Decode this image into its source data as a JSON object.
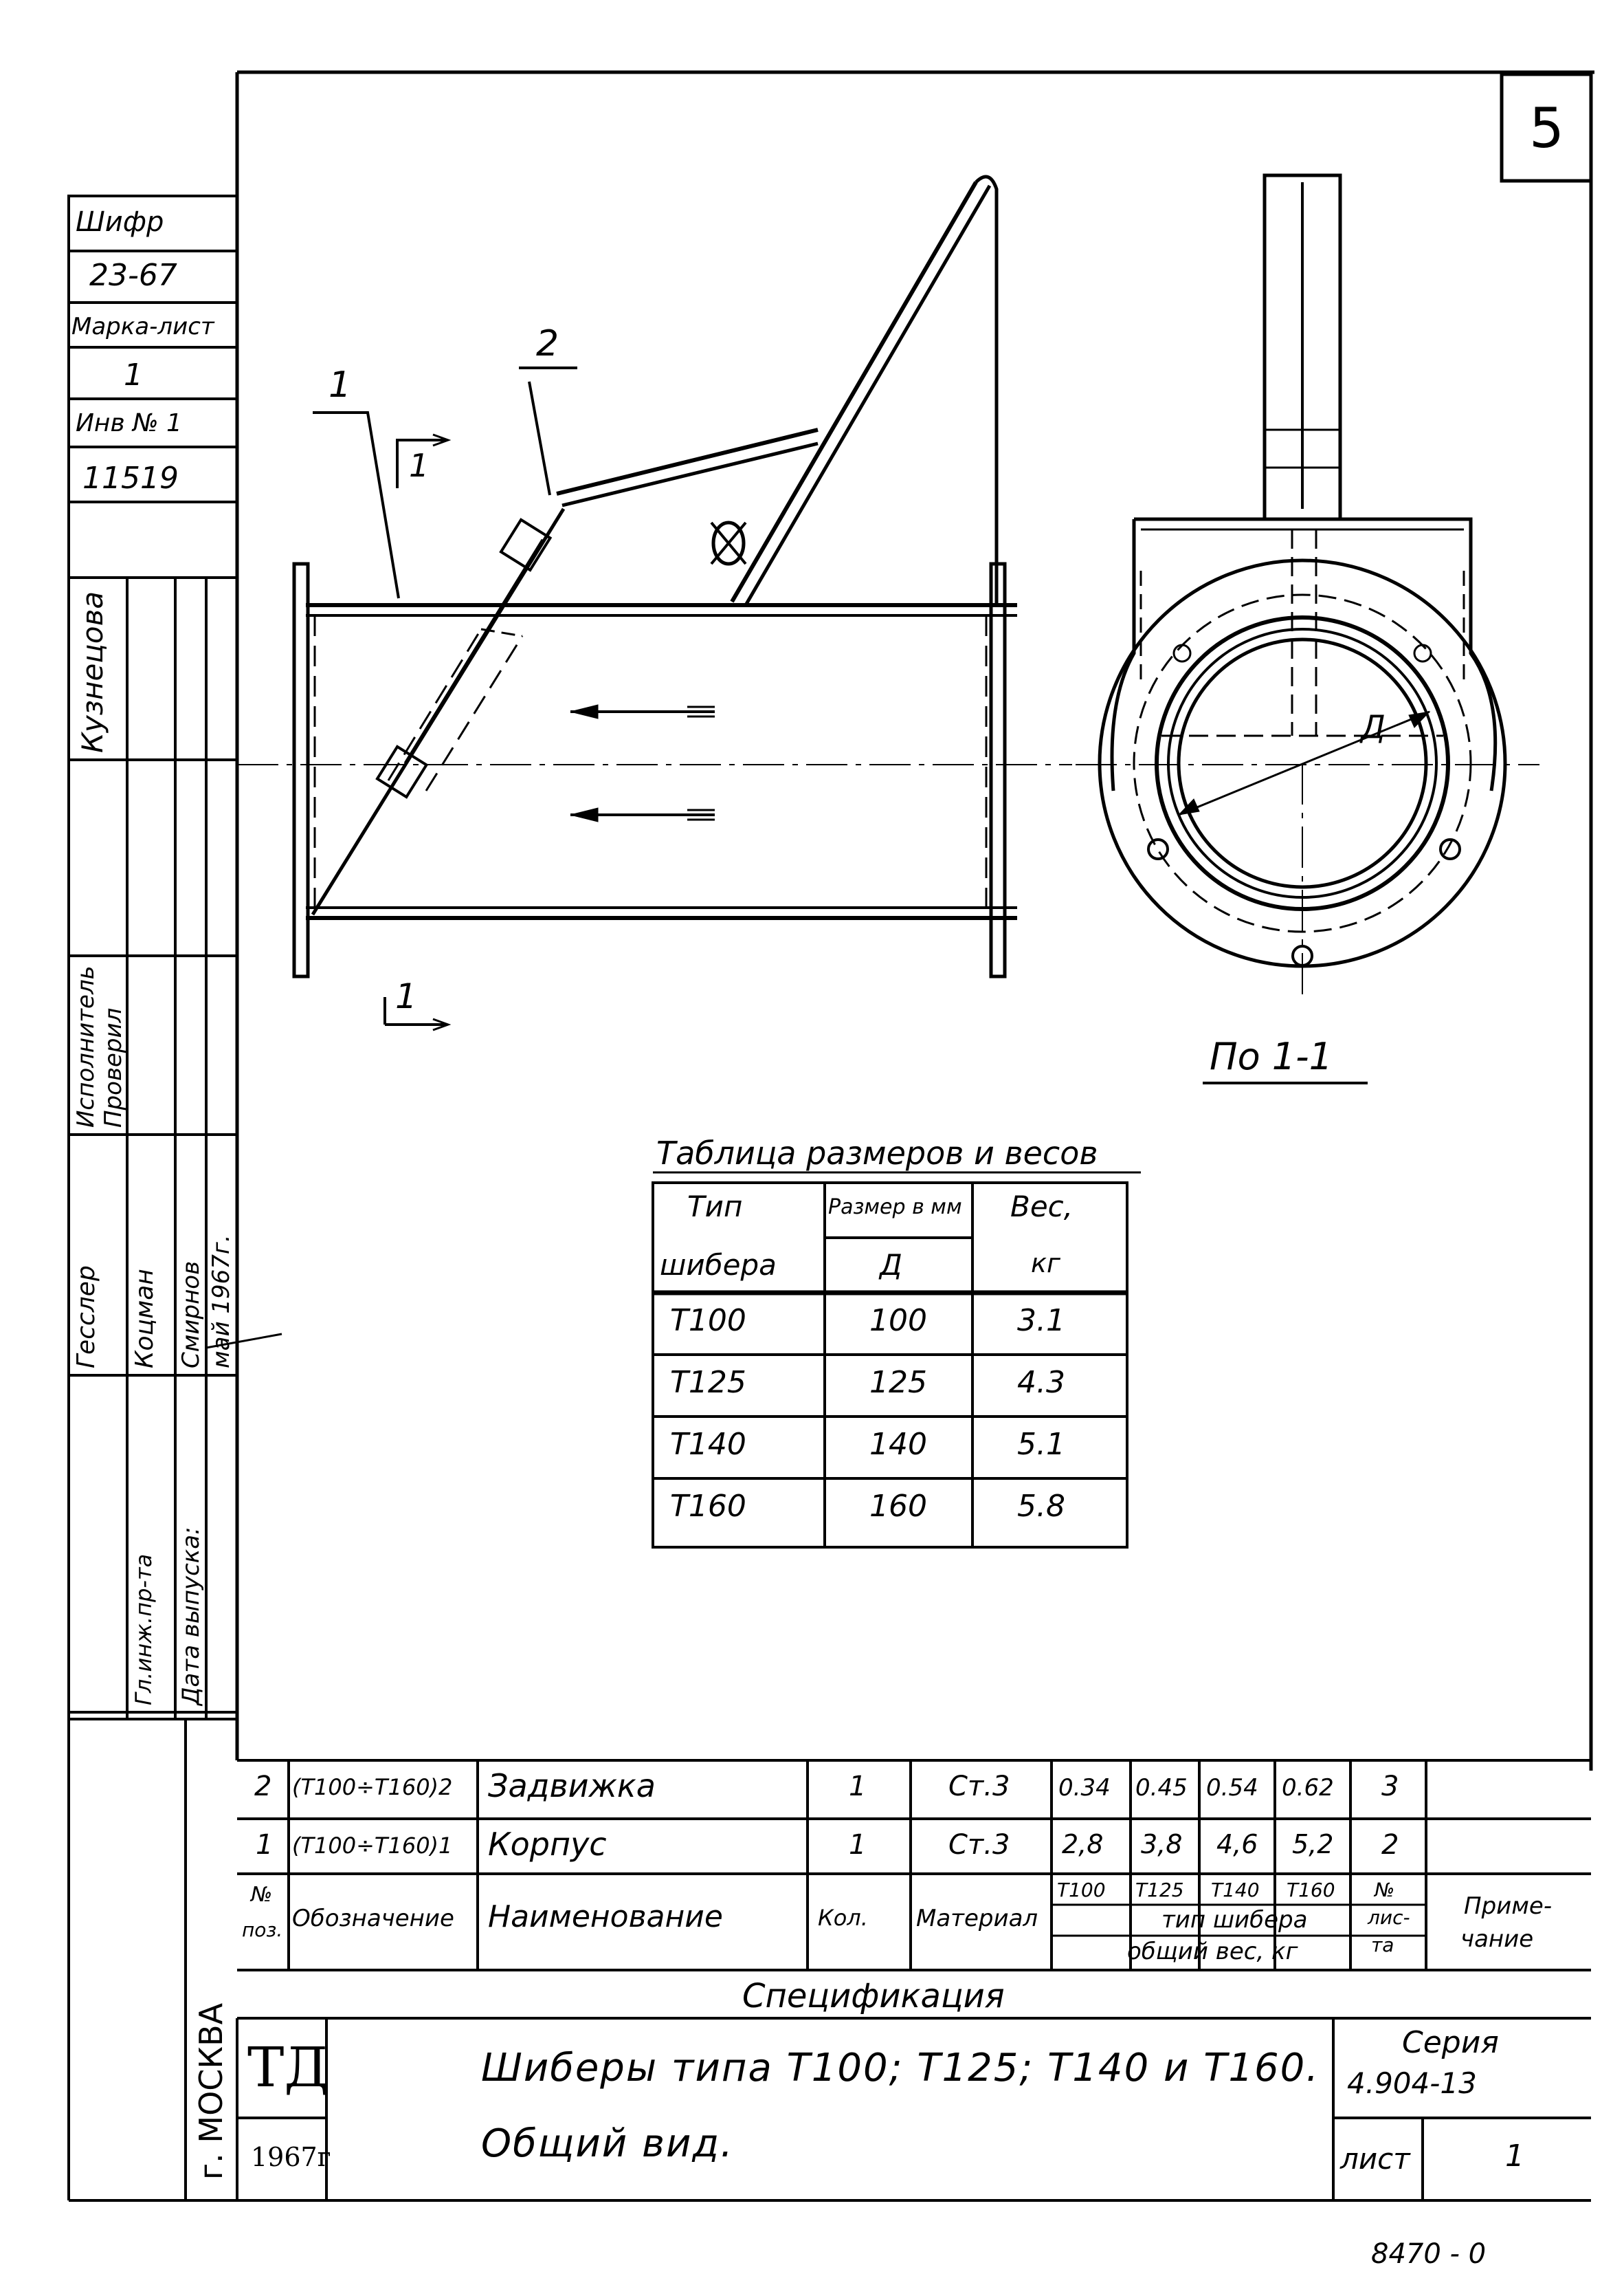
{
  "sheet_number": "5",
  "side_block": {
    "shifr_label": "Шифр",
    "shifr_value": "23-67",
    "marka_label": "Марка-лист",
    "marka_value": "1",
    "inv_label": "Инв № 1",
    "inv_value": "11519",
    "author_name": "Кузнецова",
    "role_ispolnitel": "Исполнитель",
    "role_proveril": "Проверил",
    "name_gessler": "Гесслер",
    "name_kotsman": "Коцман",
    "name_smirnov": "Смирнов",
    "role_glinzh": "Гл.инж.пр-та",
    "role_data": "Дата выпуска:",
    "date_value": "май 1967г.",
    "org_city": "г. МОСКВА"
  },
  "drawing": {
    "callout_1": "1",
    "callout_2": "2",
    "section_mark": "1",
    "section_mark_bottom": "1",
    "section_view_label": "По 1-1",
    "diameter_label": "Д"
  },
  "size_table": {
    "title": "Таблица размеров и весов",
    "header_type": [
      "Тип",
      "шибера"
    ],
    "header_size": [
      "Размер в мм",
      "Д"
    ],
    "header_weight": [
      "Вес,",
      "кг"
    ],
    "rows": [
      {
        "type": "Т100",
        "d": "100",
        "w": "3.1"
      },
      {
        "type": "Т125",
        "d": "125",
        "w": "4.3"
      },
      {
        "type": "Т140",
        "d": "140",
        "w": "5.1"
      },
      {
        "type": "Т160",
        "d": "160",
        "w": "5.8"
      }
    ]
  },
  "spec": {
    "rows": [
      {
        "pos": "2",
        "code": "(Т100÷Т160)2",
        "name": "Задвижка",
        "qty": "1",
        "mat": "Ст.3",
        "w": [
          "0.34",
          "0.45",
          "0.54",
          "0.62"
        ],
        "sheet": "3",
        "note": ""
      },
      {
        "pos": "1",
        "code": "(Т100÷Т160)1",
        "name": "Корпус",
        "qty": "1",
        "mat": "Ст.3",
        "w": [
          "2,8",
          "3,8",
          "4,6",
          "5,2"
        ],
        "sheet": "2",
        "note": ""
      }
    ],
    "header": {
      "pos": [
        "№",
        "поз."
      ],
      "code": "Обозначение",
      "name": "Наименование",
      "qty": "Кол.",
      "mat": "Материал",
      "types": [
        "Т100",
        "Т125",
        "Т140",
        "Т160"
      ],
      "type_caption": "тип шибера",
      "weight_caption": "общий вес, кг",
      "sheet": [
        "№",
        "лис-",
        "та"
      ],
      "note": [
        "Приме-",
        "чание"
      ]
    },
    "title": "Спецификация"
  },
  "title_block": {
    "org": "ТД",
    "year": "1967г",
    "title_line1": "Шиберы типа Т100; Т125; Т140 и Т160.",
    "title_line2": "Общий вид.",
    "series_label": "Серия",
    "series_value": "4.904-13",
    "sheet_label": "лист",
    "sheet_value": "1",
    "bottom_code": "8470 - 0"
  },
  "colors": {
    "ink": "#000000",
    "paper": "#ffffff"
  }
}
